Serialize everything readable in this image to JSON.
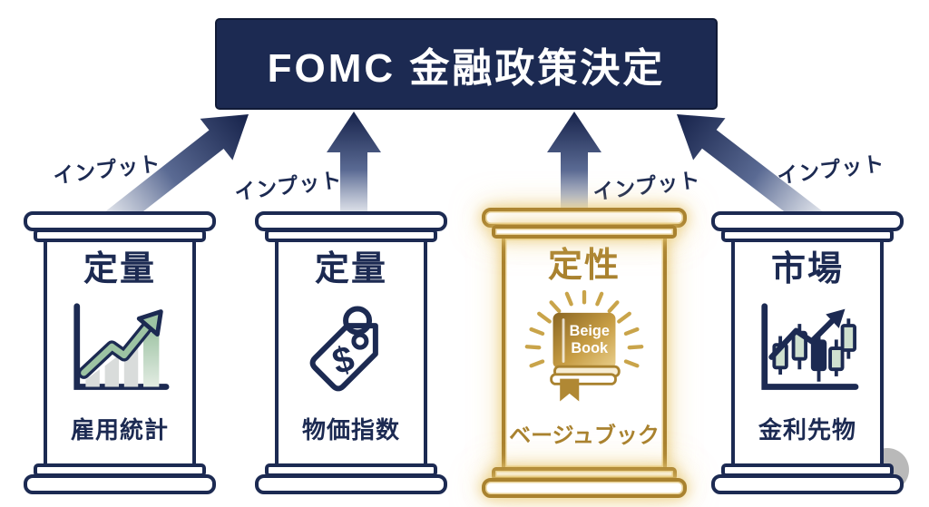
{
  "header": {
    "title": "FOMC 金融政策決定"
  },
  "inputs": [
    {
      "label": "インプット"
    },
    {
      "label": "インプット"
    },
    {
      "label": "インプット"
    },
    {
      "label": "インプット"
    }
  ],
  "pillars": [
    {
      "category": "定量",
      "label": "雇用統計",
      "icon": "line-chart-up-icon",
      "highlighted": false
    },
    {
      "category": "定量",
      "label": "物価指数",
      "icon": "price-tag-icon",
      "highlighted": false
    },
    {
      "category": "定性",
      "label": "ベージュブック",
      "icon": "beige-book-icon",
      "highlighted": true,
      "book_text": {
        "line1": "Beige",
        "line2": "Book"
      }
    },
    {
      "category": "市場",
      "label": "金利先物",
      "icon": "candlestick-chart-icon",
      "highlighted": false
    }
  ],
  "price_tag_symbol": "$",
  "colors": {
    "navy": "#1c2a52",
    "arrow_tail": "#e8ebf0",
    "gold": "#a9822f",
    "gold_light": "#e9cf8c",
    "green": "#9dc3a3",
    "bar_gray": "#d9dcdb",
    "white": "#ffffff"
  }
}
